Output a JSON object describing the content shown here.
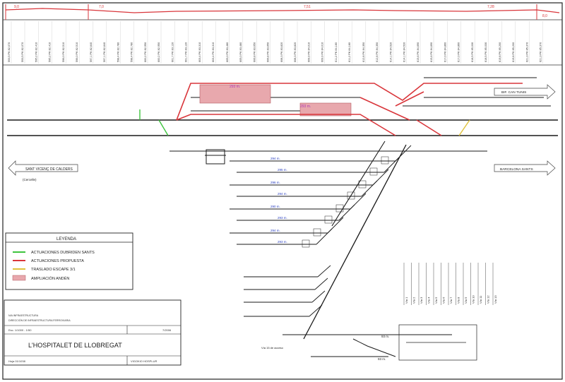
{
  "profile": {
    "top_labels": [
      "9,0",
      "7,0",
      "7,51",
      "7,28",
      "8,0"
    ],
    "column_labels": [
      "593,5 PK 82,070",
      "595,2 PK 82,410",
      "596,0 PK 82,510",
      "597,1 PK 82,640",
      "598,4 PK 82,780",
      "600,2 PK 82,950",
      "601,7 PK 83,120",
      "603,4 PK 83,310",
      "605,0 PK 83,480",
      "606,8 PK 83,650",
      "608,3 PK 83,820",
      "609,9 PK 84,010",
      "611,2 PK 84,180",
      "612,8 PK 84,350",
      "614,1 PK 84,520",
      "615,6 PK 84,690",
      "617,0 PK 84,860",
      "618,5 PK 85,030",
      "619,8 PK 85,200",
      "621,3 PK 85,370"
    ]
  },
  "tracks": {
    "platform_labels": [
      "293 m.",
      "293 m."
    ],
    "siding_lengths": [
      "294 m.",
      "295 m.",
      "296 m.",
      "294 m.",
      "290 m.",
      "293 m.",
      "294 m.",
      "293 m."
    ],
    "left_direction": "SANT VICENÇ DE CALDERS",
    "left_sub": "(Cercelle)",
    "right_top_direction": "BIF. CAN TUNIS",
    "right_bottom_direction": "BARCELONA SANTS",
    "bottom_lengths": [
      "93 m.",
      "93 m."
    ],
    "bottom_label": "Vía 15 de acceso"
  },
  "legend": {
    "title": "LEYENDA",
    "items": [
      {
        "label": "ACTUACIONES DUBRIDEN SANTS",
        "color": "#3ec43e"
      },
      {
        "label": "ACTUACIONES PROPUESTA",
        "color": "#d9363b"
      },
      {
        "label": "TRASLADO ESCAPE 3/1",
        "color": "#e0c23a"
      },
      {
        "label": "AMPLIACIÓN ANDÉN",
        "color": "#e8a8ad"
      }
    ]
  },
  "title_block": {
    "line1": "N/A INFRAESTRUCTURA",
    "line2": "DIRECCIÓN DE INFRAESTRUCTURA FERROVIARIA",
    "scale": "Esc. 1/1000 - 1/50",
    "date": "7/2006",
    "station": "L'HOSPITALET DE LLOBREGAT",
    "sheet": "Hoja 01/1038",
    "reference": "VIGOKIO HOSPLUR"
  },
  "table_headers": [
    "Vía 1",
    "Vía 2",
    "Vía 3",
    "Vía 4",
    "Vía 5",
    "Vía 6",
    "Vía 7",
    "Vía 8",
    "Vía 9",
    "Vía 10",
    "Vía 11",
    "Vía 12",
    "Vía 13"
  ],
  "colors": {
    "red": "#d9363b",
    "green": "#3ec43e",
    "yellow": "#e0c23a",
    "pink": "#e8a8ad",
    "purple": "#b03ab8",
    "blue": "#2a3fbf",
    "ink": "#1a1a1a"
  }
}
